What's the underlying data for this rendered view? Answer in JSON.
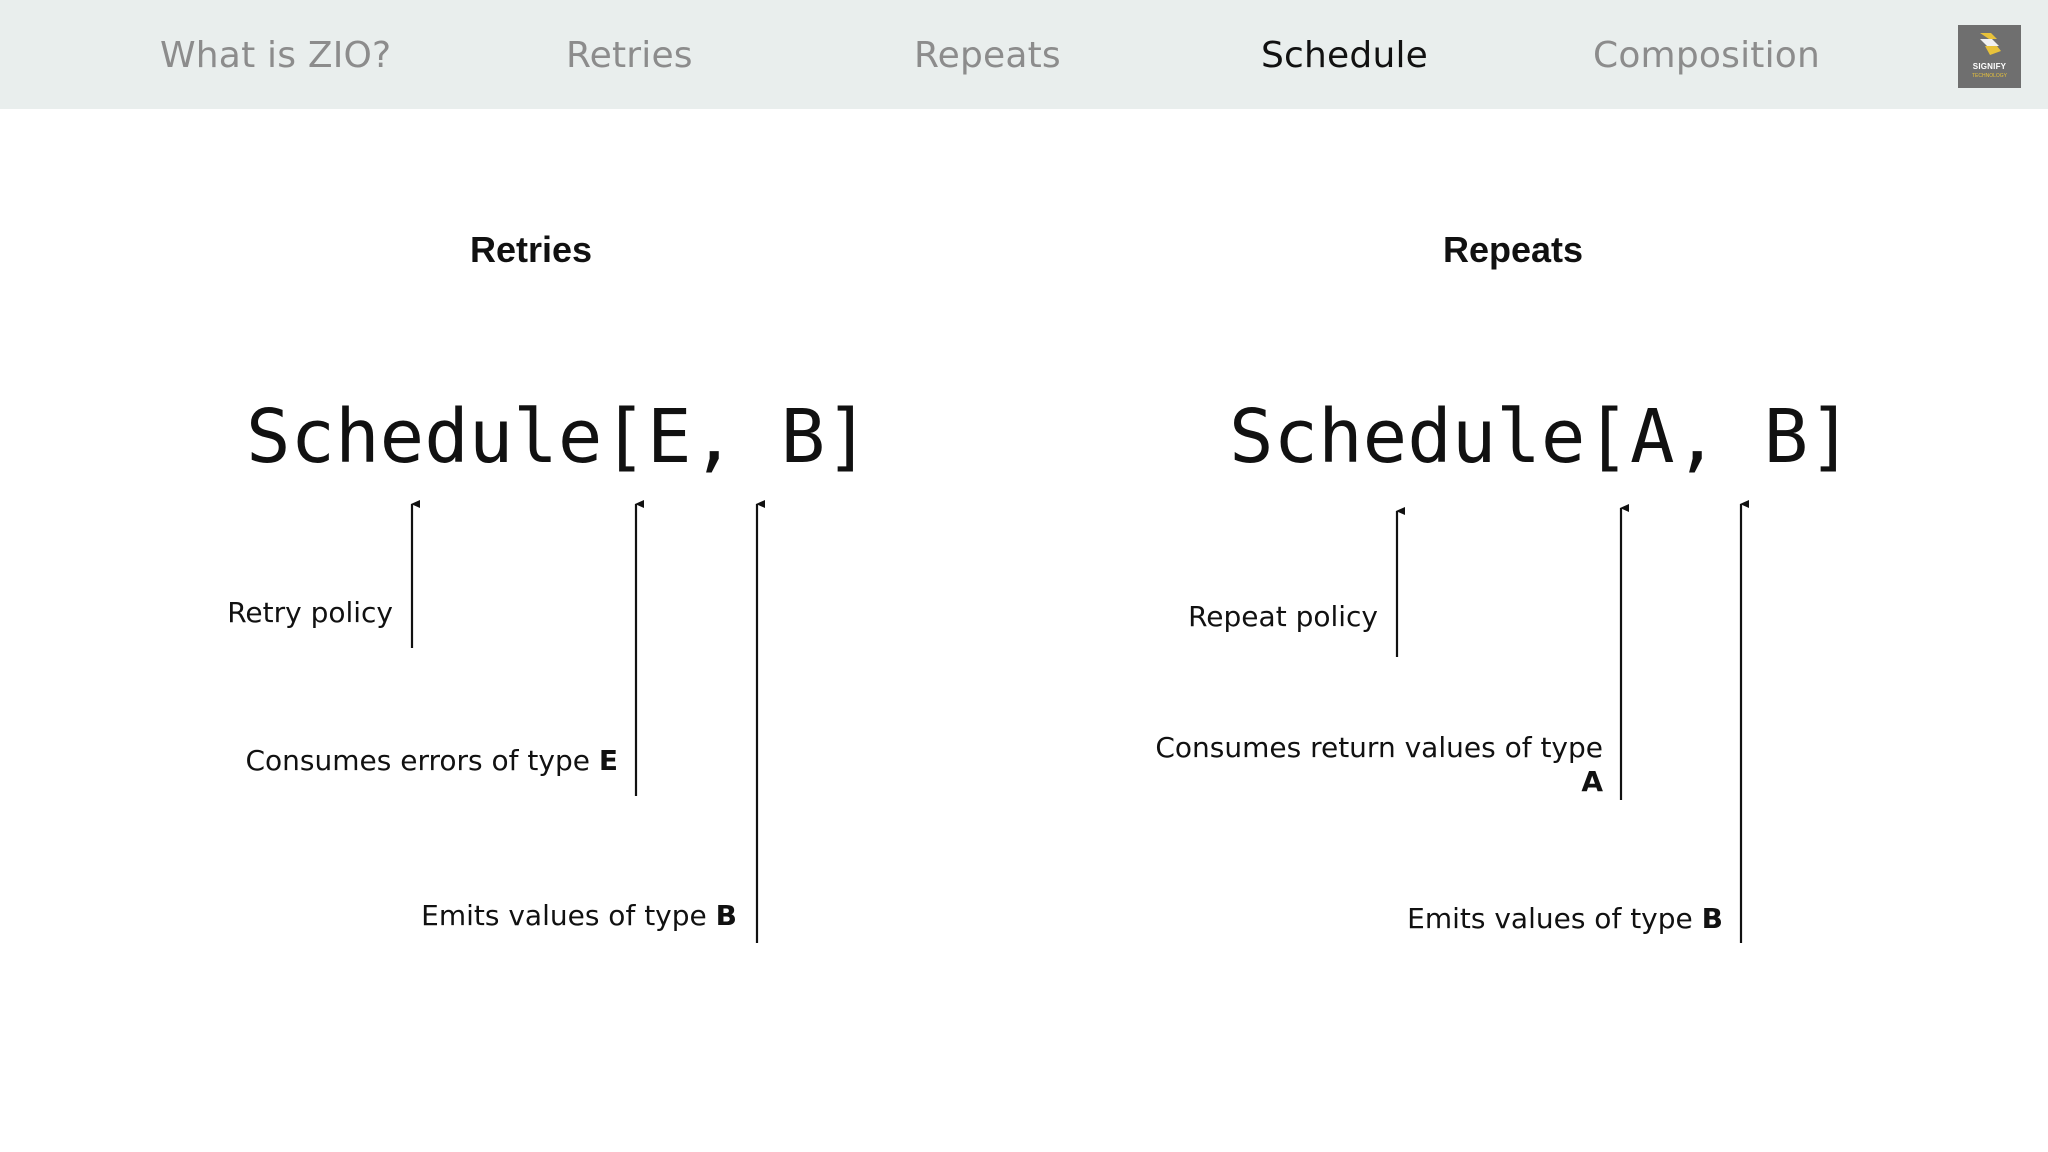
{
  "nav": {
    "items": [
      {
        "label": "What is ZIO?"
      },
      {
        "label": "Retries"
      },
      {
        "label": "Repeats"
      },
      {
        "label": "Schedule"
      },
      {
        "label": "Composition"
      }
    ],
    "active_index": 3,
    "logo": {
      "text": "SIGNIFY",
      "subtext": "TECHNOLOGY"
    }
  },
  "retries": {
    "heading": "Retries",
    "code": "Schedule[E, B]",
    "labels": {
      "policy": "Retry policy",
      "consumes": "Consumes errors of type ",
      "consumes_type": "E",
      "emits": "Emits values of type ",
      "emits_type": "B"
    }
  },
  "repeats": {
    "heading": "Repeats",
    "code": "Schedule[A, B]",
    "labels": {
      "policy": "Repeat policy",
      "consumes": "Consumes return values of type",
      "consumes_type": "A",
      "emits": "Emits values of type ",
      "emits_type": "B"
    }
  },
  "colors": {
    "nav_bg": "#e9eeed",
    "nav_inactive": "#8c8c8c",
    "nav_active": "#111111",
    "logo_bg": "#6f6f6f",
    "logo_accent": "#e8c23a",
    "text": "#111111"
  }
}
